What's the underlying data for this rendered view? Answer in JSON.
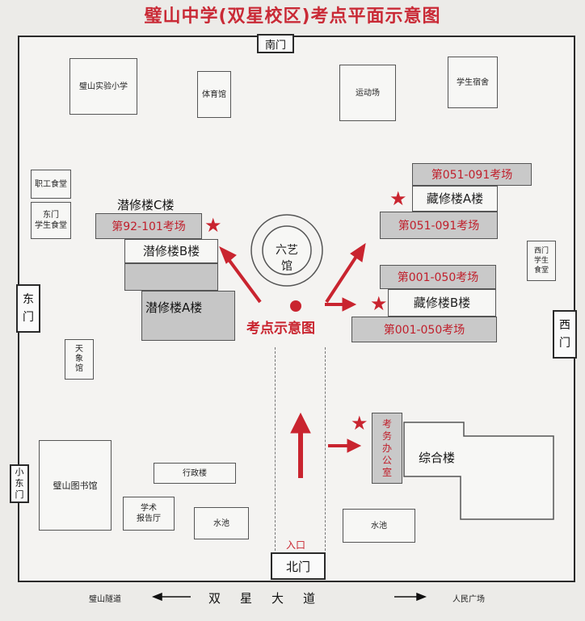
{
  "title": "璧山中学(双星校区)考点平面示意图",
  "gates": {
    "south": "南门",
    "north": "北门",
    "east": "东\n门",
    "west": "西\n门",
    "small_east": "小\n东\n门",
    "entrance": "入口"
  },
  "buildings": {
    "primary_school": "璧山实验小学",
    "gym": "体育馆",
    "sports_field": "运动场",
    "dormitory": "学生宿舍",
    "staff_canteen": "职工食堂",
    "east_canteen": "东门\n学生食堂",
    "west_canteen": "西门\n学生\n食堂",
    "observatory": "天\n象\n馆",
    "library": "璧山图书馆",
    "admin": "行政楼",
    "lecture_hall": "学术\n报告厅",
    "pool_left": "水池",
    "pool_right": "水池",
    "liuyi": "六艺馆",
    "qianxiu_c": "潜修楼C楼",
    "qianxiu_b": "潜修楼B楼",
    "qianxiu_a": "潜修楼A楼",
    "cangxiu_a": "藏修楼A楼",
    "cangxiu_b": "藏修楼B楼",
    "office": "考\n务\n办\n公\n室",
    "complex": "综合楼"
  },
  "exam_rooms": {
    "c_room": "第92-101考场",
    "a_top": "第051-091考场",
    "a_bottom": "第051-091考场",
    "b_top": "第001-050考场",
    "b_bottom": "第001-050考场"
  },
  "center_label": "考点示意图",
  "road": {
    "left": "璧山隧道",
    "name": "双星大道",
    "right": "人民广场"
  },
  "colors": {
    "accent": "#c9242f",
    "building_gray": "#c6c6c6"
  }
}
